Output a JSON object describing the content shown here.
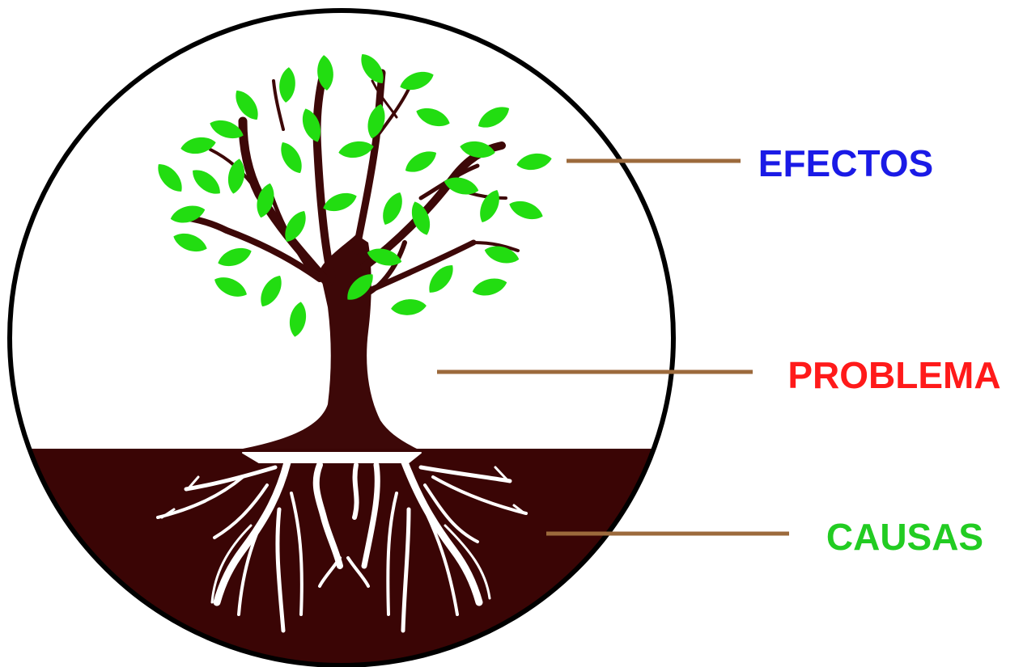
{
  "labels": {
    "effects": "EFECTOS",
    "problem": "PROBLEMA",
    "causes": "CAUSAS"
  },
  "colors": {
    "effects": "#1a1ae6",
    "problem": "#ff1a1a",
    "causes": "#22cc22",
    "connector": "#9c6a3c",
    "soil": "#3a0505",
    "trunk": "#3d0808",
    "leaf": "#22dd11",
    "root": "#ffffff",
    "outline": "#000000"
  },
  "icons": {
    "tree": "tree-icon",
    "roots": "roots-icon"
  }
}
